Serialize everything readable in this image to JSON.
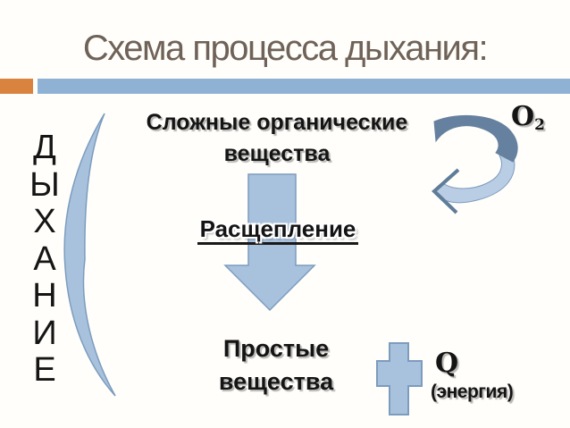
{
  "slide": {
    "title": "Схема процесса дыхания:",
    "vertical_word": {
      "word": "ДЫХАНИЕ",
      "letters": [
        "Д",
        "Ы",
        "Х",
        "А",
        "Н",
        "И",
        "Е"
      ]
    },
    "complex_substances": {
      "line1": "Сложные органические",
      "line2": "вещества"
    },
    "process_label": "Расщепление",
    "simple_substances": {
      "line1": "Простые",
      "line2": "вещества"
    },
    "oxygen": {
      "symbol": "О",
      "subscript": "2"
    },
    "energy": {
      "symbol": "Q",
      "label": "(энергия)"
    },
    "icons": {
      "left_parenthesis": "big-left-parenthesis-brace",
      "down_arrow": "block-arrow-down",
      "curved_arrow": "3d-curved-arrow-counterclockwise",
      "plus": "plus-cross"
    }
  },
  "colors": {
    "background": "#fffefa",
    "title_color": "#6f6258",
    "accent_orange": "#d9833e",
    "accent_blue": "#8fb2d4",
    "shape_fill": "#a8c2dd",
    "shape_border": "#7c9cbe",
    "swoosh_dark": "#66819f",
    "swoosh_light": "#b9cde4",
    "arrowhead": "#5f7c99",
    "text_color": "#141414"
  }
}
